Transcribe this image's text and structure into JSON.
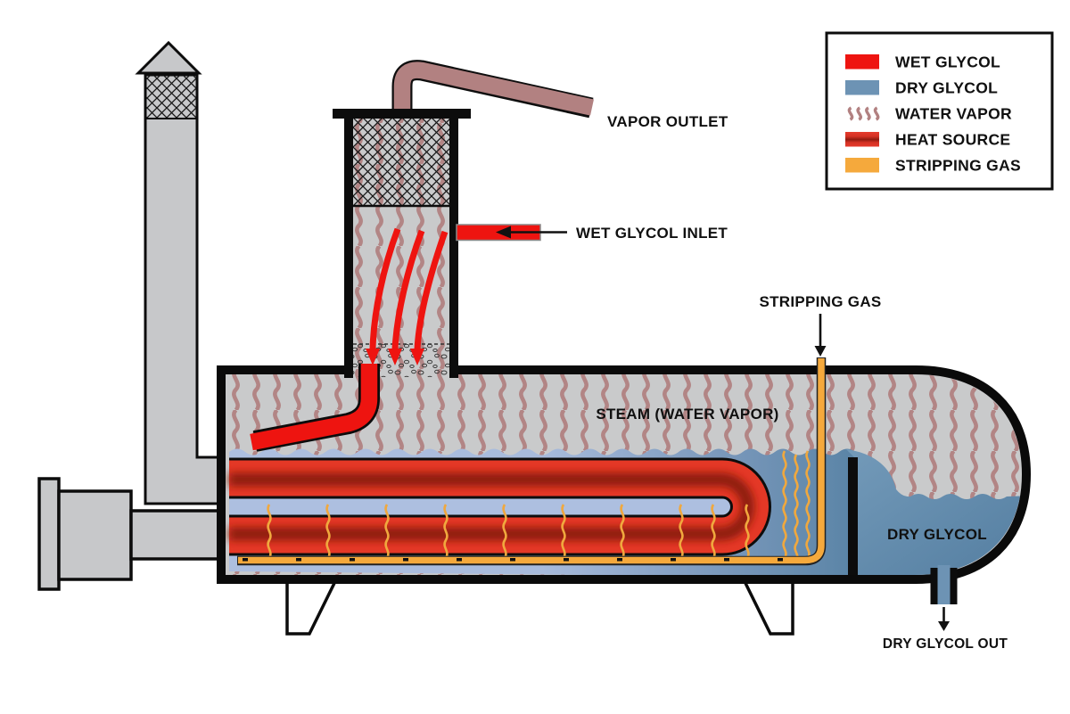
{
  "labels": {
    "vapor_outlet": "VAPOR OUTLET",
    "wet_glycol_inlet": "WET GLYCOL INLET",
    "stripping_gas": "STRIPPING GAS",
    "steam": "STEAM (WATER VAPOR)",
    "dry_glycol": "DRY GLYCOL",
    "dry_glycol_out": "DRY GLYCOL OUT"
  },
  "legend": {
    "items": [
      {
        "label": "WET GLYCOL",
        "color": "#ee1410",
        "swatch": "solid"
      },
      {
        "label": "DRY GLYCOL",
        "color": "#6d93b4",
        "swatch": "solid"
      },
      {
        "label": "WATER VAPOR",
        "color": "#b28181",
        "swatch": "squiggle"
      },
      {
        "label": "HEAT SOURCE",
        "color": "#e43826",
        "swatch": "gradient"
      },
      {
        "label": "STRIPPING GAS",
        "color": "#f5a93c",
        "swatch": "solid"
      }
    ]
  },
  "palette": {
    "wet_glycol": "#ee1410",
    "dry_glycol": "#6d93b4",
    "water_vapor": "#b28181",
    "heat_source": "#e43826",
    "heat_core": "#8e1a0f",
    "stripping_gas": "#f5a93c",
    "shell_gray": "#c9cacb",
    "glycol_light": "#adbfe0",
    "outline": "#0c0c0c"
  }
}
